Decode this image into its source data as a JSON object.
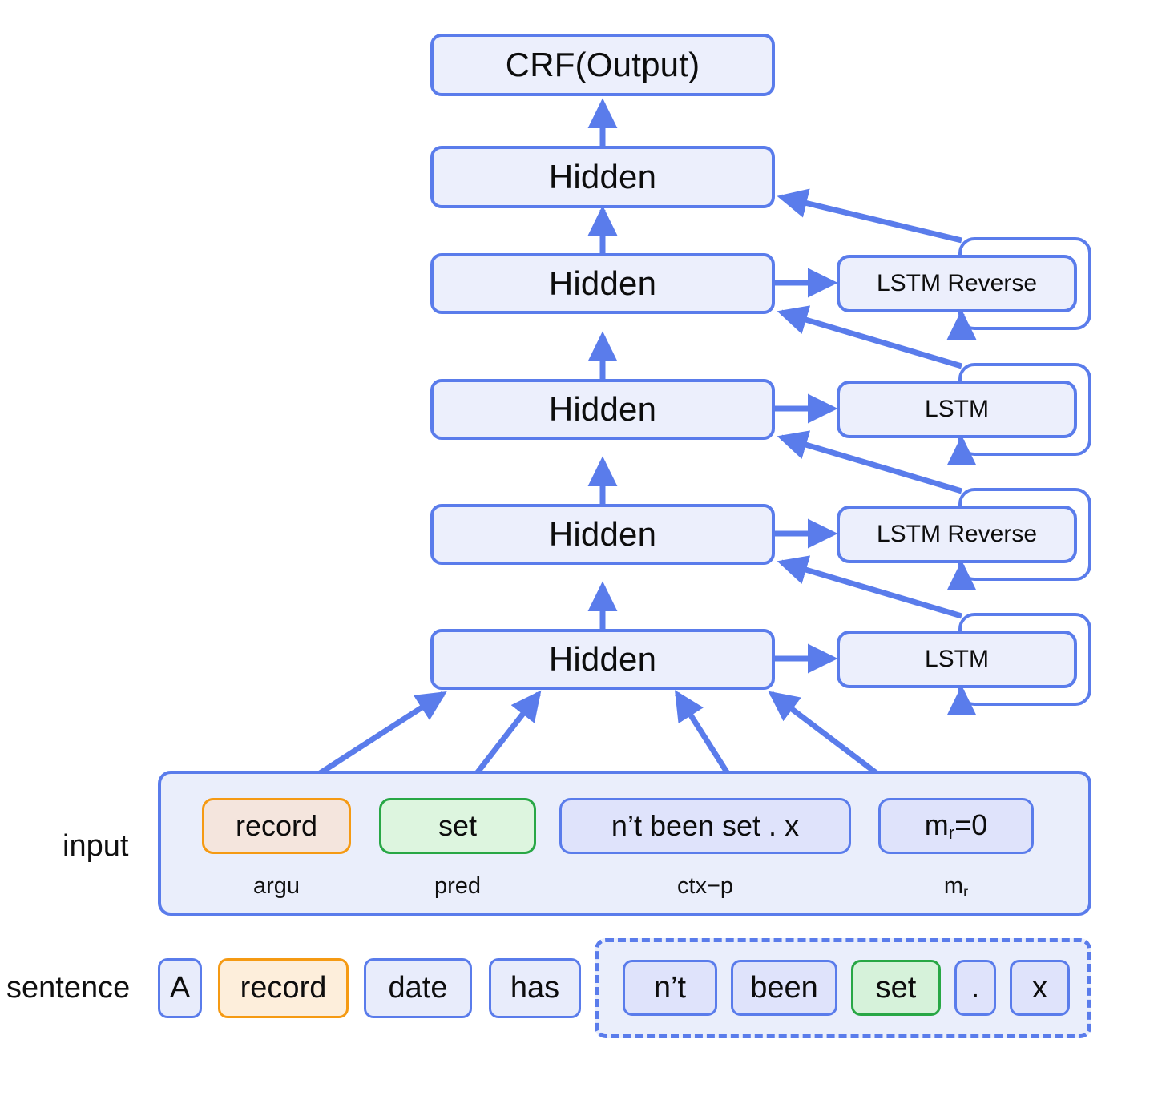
{
  "diagram": {
    "title_row": {
      "output_box": "CRF(Output)",
      "hidden_label": "Hidden",
      "lstm_forward_label": "LSTM",
      "lstm_reverse_label": "LSTM  Reverse"
    },
    "stack": [
      {
        "name": "crf",
        "label": "CRF(Output)"
      },
      {
        "name": "hidden-5",
        "label": "Hidden"
      },
      {
        "name": "hidden-4",
        "label": "Hidden",
        "recurrent": "LSTM  Reverse"
      },
      {
        "name": "hidden-3",
        "label": "Hidden",
        "recurrent": "LSTM"
      },
      {
        "name": "hidden-2",
        "label": "Hidden",
        "recurrent": "LSTM  Reverse"
      },
      {
        "name": "hidden-1",
        "label": "Hidden",
        "recurrent": "LSTM"
      }
    ],
    "input_section": {
      "row_label": "input",
      "features": [
        {
          "value": "record",
          "caption": "argu",
          "role": "argu"
        },
        {
          "value": "set",
          "caption": "pred",
          "role": "pred"
        },
        {
          "value": "n’t been set . x",
          "caption": "ctx−p",
          "role": "plain"
        },
        {
          "value_html": "m<sub>r</sub>=0",
          "caption_html": "m<sub>r</sub>",
          "role": "plain"
        }
      ]
    },
    "sentence_section": {
      "row_label": "sentence",
      "tokens": [
        {
          "text": "A",
          "style": "plain"
        },
        {
          "text": "record",
          "style": "marked"
        },
        {
          "text": "date",
          "style": "plain"
        },
        {
          "text": "has",
          "style": "plain"
        },
        {
          "text": "n’t",
          "style": "inside"
        },
        {
          "text": "been",
          "style": "inside"
        },
        {
          "text": "set",
          "style": "predtok"
        },
        {
          "text": ".",
          "style": "inside"
        },
        {
          "text": "x",
          "style": "inside"
        }
      ],
      "context_window": [
        "n’t",
        "been",
        "set",
        ".",
        "x"
      ]
    },
    "colors": {
      "accent_blue": "#5a7ceb",
      "node_fill": "#eceffc",
      "argu_orange": "#f59a13",
      "argu_fill": "#f4e5dd",
      "pred_green": "#28a745",
      "pred_fill": "#ddf5df",
      "chip_fill": "#dfe3fb",
      "panel_fill": "#eaeefb"
    }
  }
}
